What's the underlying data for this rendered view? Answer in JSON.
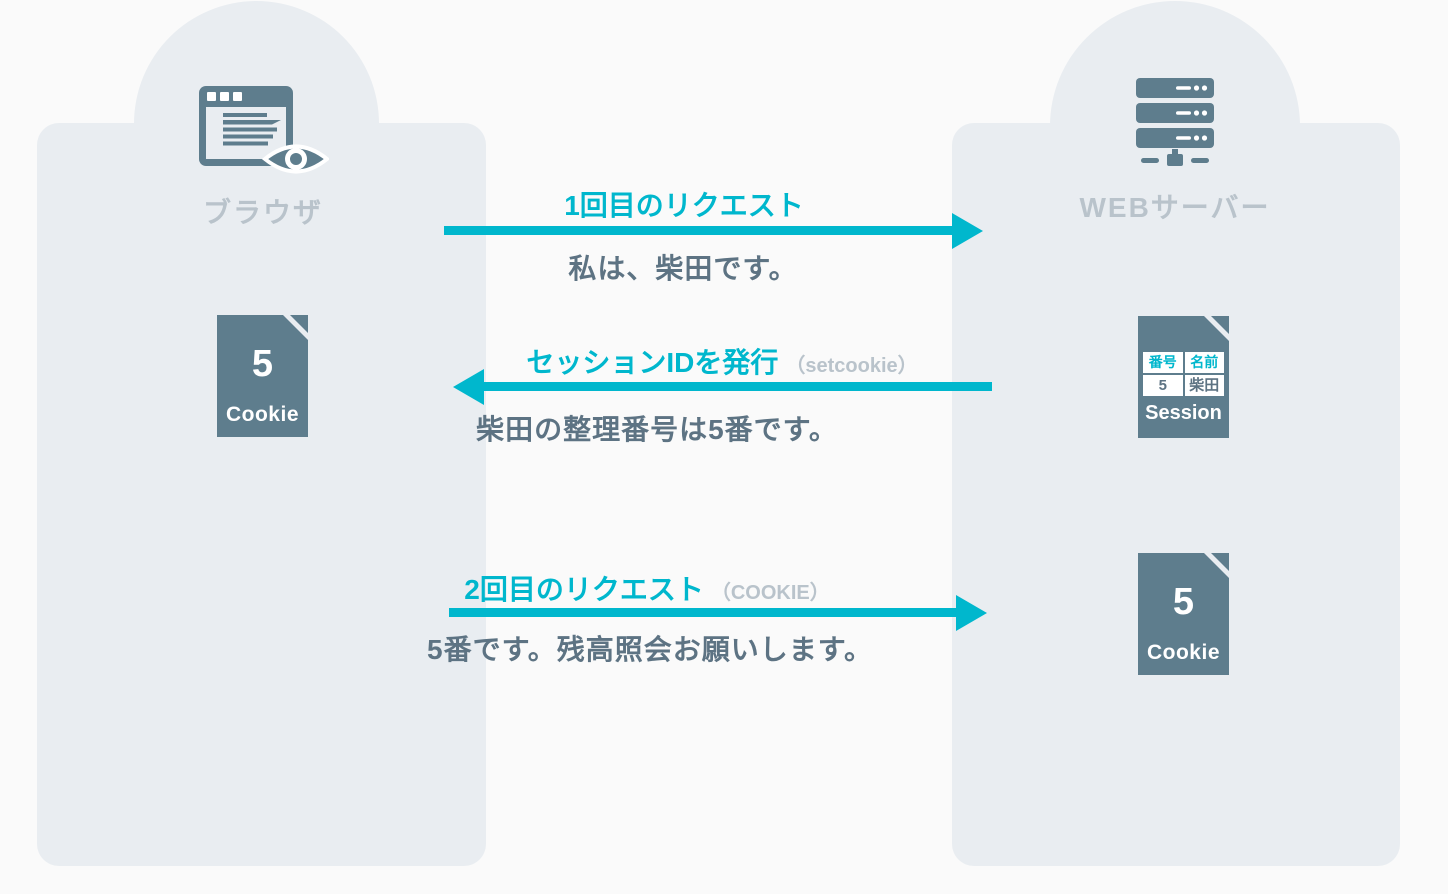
{
  "colors": {
    "accent": "#00b7cd",
    "slate": "#5e7d8d",
    "text": "#5d7383",
    "muted": "#b9c3cb",
    "panel": "#e9edf1",
    "bg": "#fafafa",
    "white": "#ffffff"
  },
  "actors": {
    "browser": {
      "label": "ブラウザ",
      "icon": "browser-window-eye-icon"
    },
    "server": {
      "label": "WEBサーバー",
      "icon": "server-stack-icon"
    }
  },
  "messages": [
    {
      "title": "1回目のリクエスト",
      "suffix": "",
      "body": "私は、柴田です。",
      "direction": "right"
    },
    {
      "title": "セッションIDを発行",
      "suffix": "（setcookie）",
      "body": "柴田の整理番号は5番です。",
      "direction": "left"
    },
    {
      "title": "2回目のリクエスト",
      "suffix": "（COOKIE）",
      "body": "5番です。残高照会お願いします。",
      "direction": "right"
    }
  ],
  "artifacts": {
    "browser_cookie": {
      "value": "5",
      "label": "Cookie",
      "icon": "document-folded-corner-icon"
    },
    "server_session": {
      "label": "Session",
      "icon": "document-folded-corner-icon",
      "table": {
        "headers": [
          "番号",
          "名前"
        ],
        "rows": [
          [
            "5",
            "柴田"
          ]
        ]
      }
    },
    "server_cookie": {
      "value": "5",
      "label": "Cookie",
      "icon": "document-folded-corner-icon"
    }
  }
}
